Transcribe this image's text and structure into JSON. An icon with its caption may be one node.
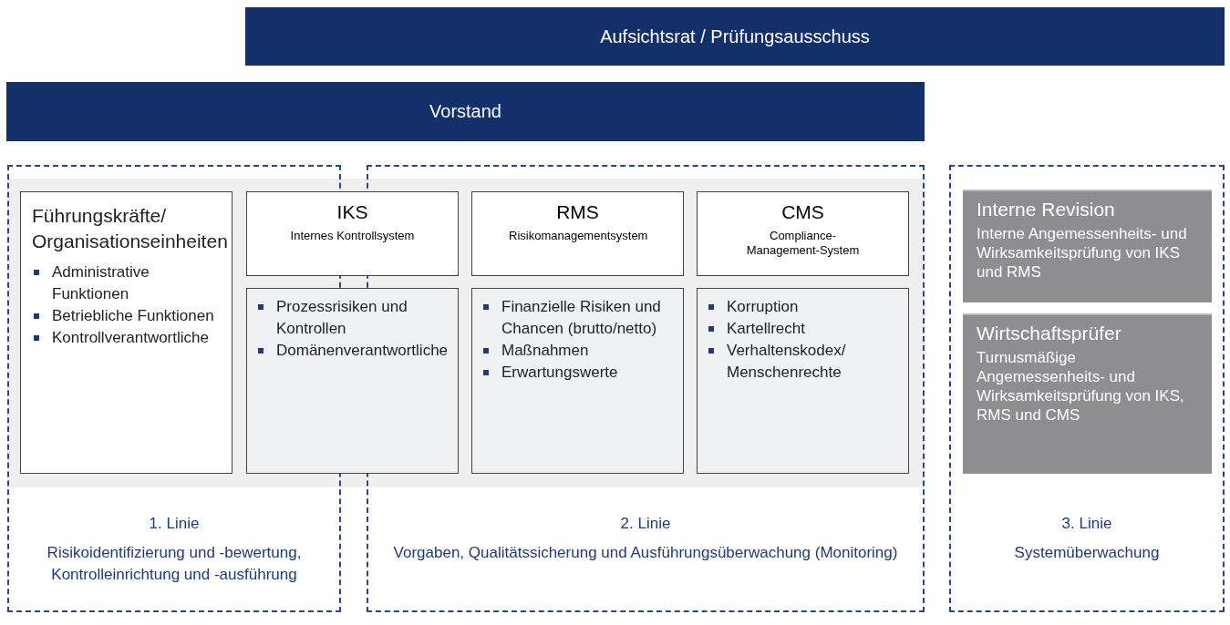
{
  "diagram": {
    "nodes": [
      {
        "text": [
          "Aufsichtsrat / Prüfungsausschuss"
        ]
      },
      {
        "text": [
          "Vorstand"
        ]
      },
      {
        "text": [
          "1. Linie",
          "Risikoidentifizierung und -bewertung, Kontrolleinrichtung und -ausführung"
        ]
      },
      {
        "text": [
          "2. Linie",
          "Vorgaben, Qualitätssicherung und Ausführungsüberwachung (Monitoring)"
        ]
      },
      {
        "text": [
          "3. Linie",
          "Systemüberwachung"
        ]
      },
      {
        "text": [
          "Führungskräfte/ Organisationseinheiten",
          "Administrative Funktionen",
          "Betriebliche Funktionen",
          "Kontrollverantwortliche"
        ],
        "in": 2
      },
      {
        "text": [
          "IKS",
          "Internes Kontrollsystem"
        ]
      },
      {
        "text": [
          "Prozessrisiken und Kontrollen",
          "Domänenverantwortliche"
        ]
      },
      {
        "text": [
          "RMS",
          "Risikomanagementsystem"
        ],
        "in": 3
      },
      {
        "text": [
          "Finanzielle Risiken und Chancen (brutto/netto)",
          "Maßnahmen",
          "Erwartungswerte"
        ],
        "in": 3
      },
      {
        "text": [
          "CMS",
          "Compliance-Management-System"
        ],
        "in": 3
      },
      {
        "text": [
          "Korruption",
          "Kartellrecht",
          "Verhaltenskodex/ Menschenrechte"
        ],
        "in": 3
      },
      {
        "text": [
          "Interne Revision",
          "Interne Angemessenheits- und Wirksamkeitsprüfung von IKS und RMS"
        ],
        "in": 4
      },
      {
        "text": [
          "Wirtschaftsprüfer",
          "Turnusmäßige Angemessenheits- und Wirksamkeitsprüfung von IKS, RMS und CMS"
        ],
        "in": 4
      }
    ]
  }
}
